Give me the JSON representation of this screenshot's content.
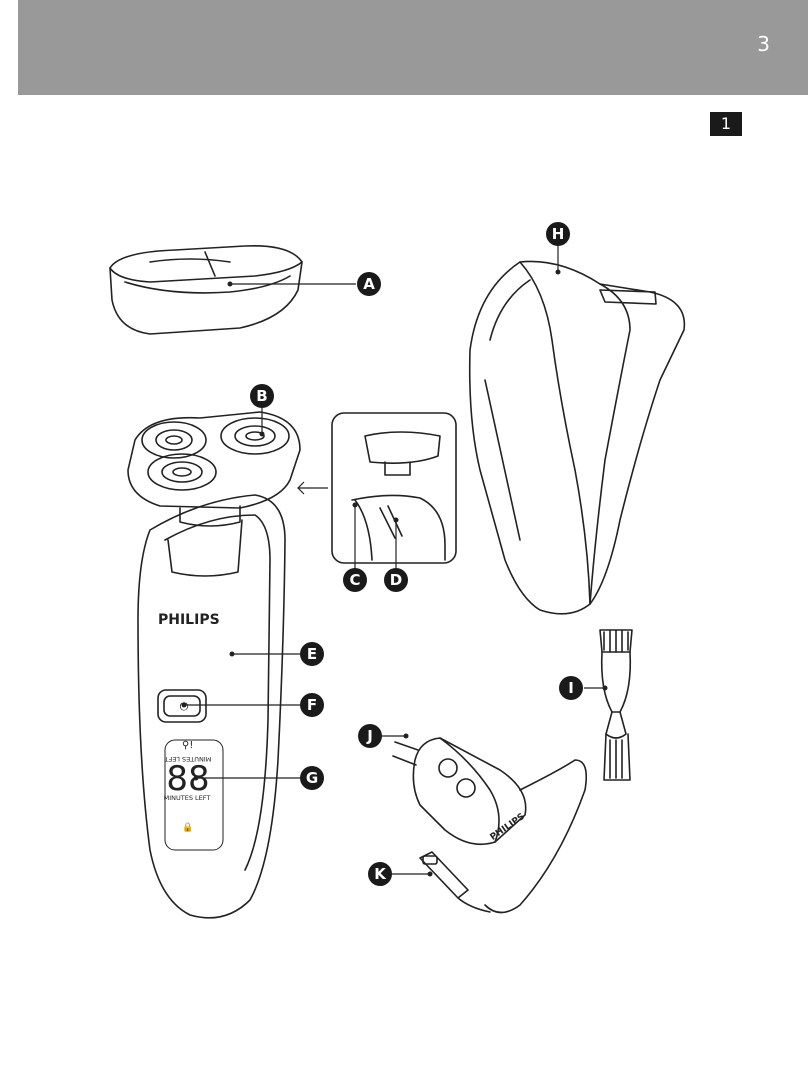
{
  "header": {
    "page_number": "3"
  },
  "figure": {
    "number": "1"
  },
  "callouts": {
    "a": "A",
    "b": "B",
    "c": "C",
    "d": "D",
    "e": "E",
    "f": "F",
    "g": "G",
    "h": "H",
    "i": "I",
    "j": "J",
    "k": "K"
  },
  "shaver": {
    "brand": "PHILIPS",
    "display_digits": "88",
    "display_top": "MINUTES LEFT",
    "display_bottom": "MINUTES LEFT"
  },
  "adapter": {
    "brand": "PHILIPS"
  }
}
